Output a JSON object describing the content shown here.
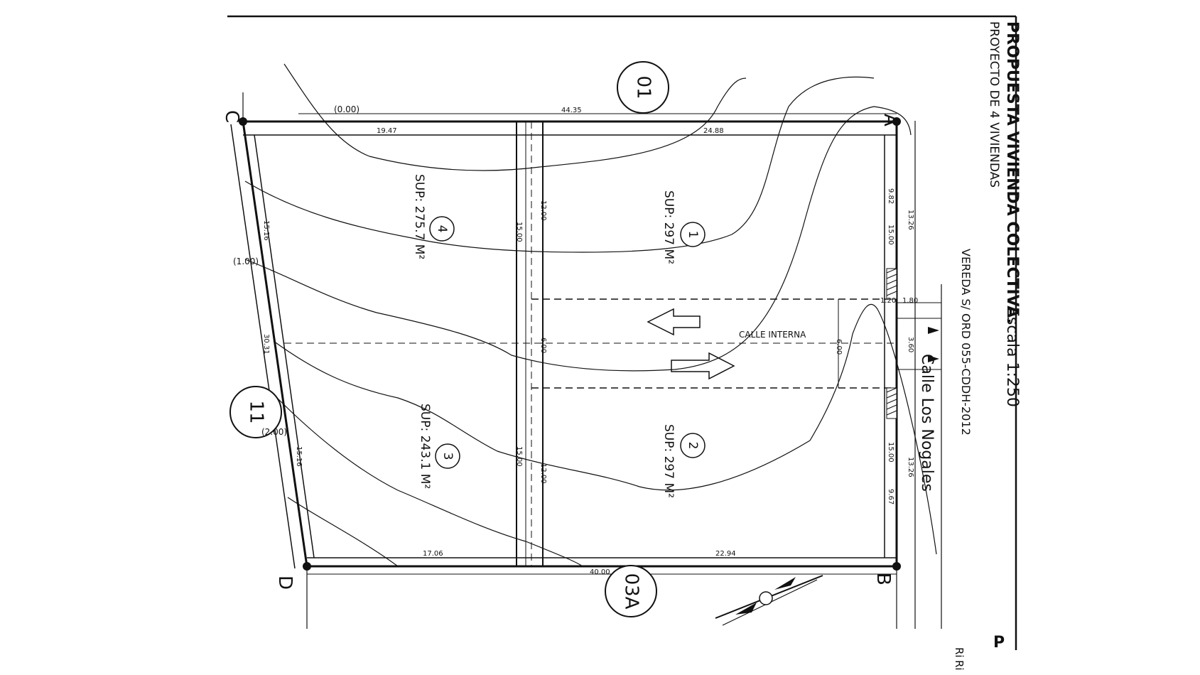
{
  "title": {
    "main": "PROPUESTA VIVIENDA COLECTIVA.",
    "scale": "Escala 1:250",
    "project": "PROYECTO DE 4 VIVIENDAS",
    "edge_cut": "P",
    "edge_lines": [
      "Ri",
      "Ri"
    ]
  },
  "streets": {
    "main": "Calle Los Nogales",
    "internal": "CALLE INTERNA",
    "sidewalk": "VEREDA S/ ORD 055-CDDH-2012"
  },
  "markers": {
    "top": "01",
    "left": "11",
    "bottom": "03A"
  },
  "corners": {
    "a": "A",
    "b": "B",
    "c": "C",
    "d": "D"
  },
  "lots": [
    {
      "number": "1",
      "area": "SUP: 297 M²"
    },
    {
      "number": "2",
      "area": "SUP: 297 M²"
    },
    {
      "number": "3",
      "area": "SUP: 243.1 M²"
    },
    {
      "number": "4",
      "area": "SUP: 275.7 M²"
    }
  ],
  "levels": {
    "l0": "(0.00)",
    "l1": "(1.00)",
    "l2": "(2.00)"
  },
  "dimensions": {
    "top_total": "44.35",
    "top_left": "19.47",
    "top_right": "24.88",
    "bottom_total": "40.00",
    "bottom_left": "17.06",
    "bottom_right": "22.94",
    "left_upper": "15.16",
    "left_mid": "30.31",
    "left_lower": "15.16",
    "right_upper_a": "9.82",
    "right_upper_b": "13.26",
    "right_upper_c": "15.00",
    "right_lower_a": "15.00",
    "right_lower_b": "13.26",
    "right_lower_c": "9.67",
    "access_a": "1.20",
    "access_b": "1.80",
    "access_width": "3.60",
    "street_width_right": "6.00",
    "street_width_center": "6.00",
    "mid_upper_a": "15.00",
    "mid_upper_b": "12.00",
    "mid_lower_a": "15.00",
    "mid_lower_b": "12.00"
  }
}
